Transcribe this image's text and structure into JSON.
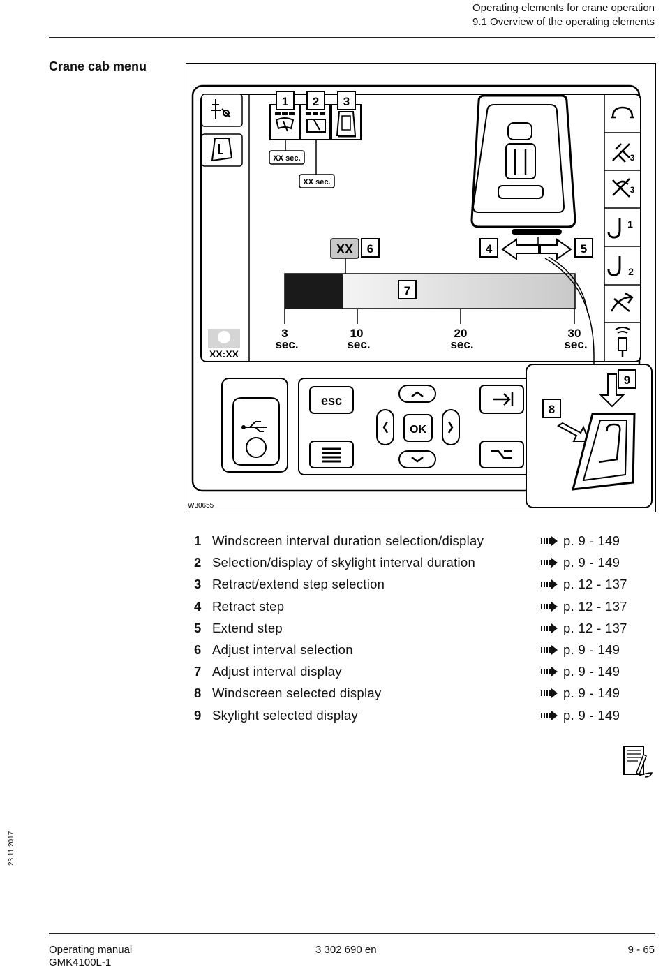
{
  "header": {
    "line1": "Operating elements for crane operation",
    "line2": "9.1 Overview of the operating elements"
  },
  "section_title": "Crane cab menu",
  "figure": {
    "callouts": [
      "1",
      "2",
      "3",
      "4",
      "5",
      "6",
      "7",
      "8",
      "9"
    ],
    "interval_labels": [
      "XX sec.",
      "XX sec."
    ],
    "interval_value": "XX",
    "time_display": "XX:XX",
    "scale_ticks": [
      {
        "value": "3",
        "unit": "sec."
      },
      {
        "value": "10",
        "unit": "sec."
      },
      {
        "value": "20",
        "unit": "sec."
      },
      {
        "value": "30",
        "unit": "sec."
      }
    ],
    "interval_fill_fraction": 0.2,
    "buttons": {
      "esc": "esc",
      "ok": "OK"
    },
    "side_icon_numbers": [
      "3",
      "3",
      "1",
      "2"
    ],
    "figure_id": "W30655"
  },
  "legend": [
    {
      "num": "1",
      "text": "Windscreen interval duration selection/display",
      "ref": "p. 9 - 149"
    },
    {
      "num": "2",
      "text": "Selection/display of skylight interval duration",
      "ref": "p. 9 - 149"
    },
    {
      "num": "3",
      "text": "Retract/extend step selection",
      "ref": "p. 12 - 137"
    },
    {
      "num": "4",
      "text": "Retract step",
      "ref": "p. 12 - 137"
    },
    {
      "num": "5",
      "text": "Extend step",
      "ref": "p. 12 - 137"
    },
    {
      "num": "6",
      "text": "Adjust interval selection",
      "ref": "p. 9 - 149"
    },
    {
      "num": "7",
      "text": "Adjust interval display",
      "ref": "p. 9 - 149"
    },
    {
      "num": "8",
      "text": "Windscreen selected display",
      "ref": "p. 9 - 149"
    },
    {
      "num": "9",
      "text": "Skylight selected display",
      "ref": "p. 9 - 149"
    }
  ],
  "icons": [
    "wrench-crane-icon",
    "seat-icon",
    "usb-icon",
    "menu-icon",
    "tab-icon",
    "hook-icon",
    "notes-icon",
    "arrow-ref-icon"
  ],
  "date": "23.11.2017",
  "footer": {
    "manual": "Operating manual",
    "model": "GMK4100L-1",
    "doc_number": "3 302 690 en",
    "page": "9 - 65"
  }
}
